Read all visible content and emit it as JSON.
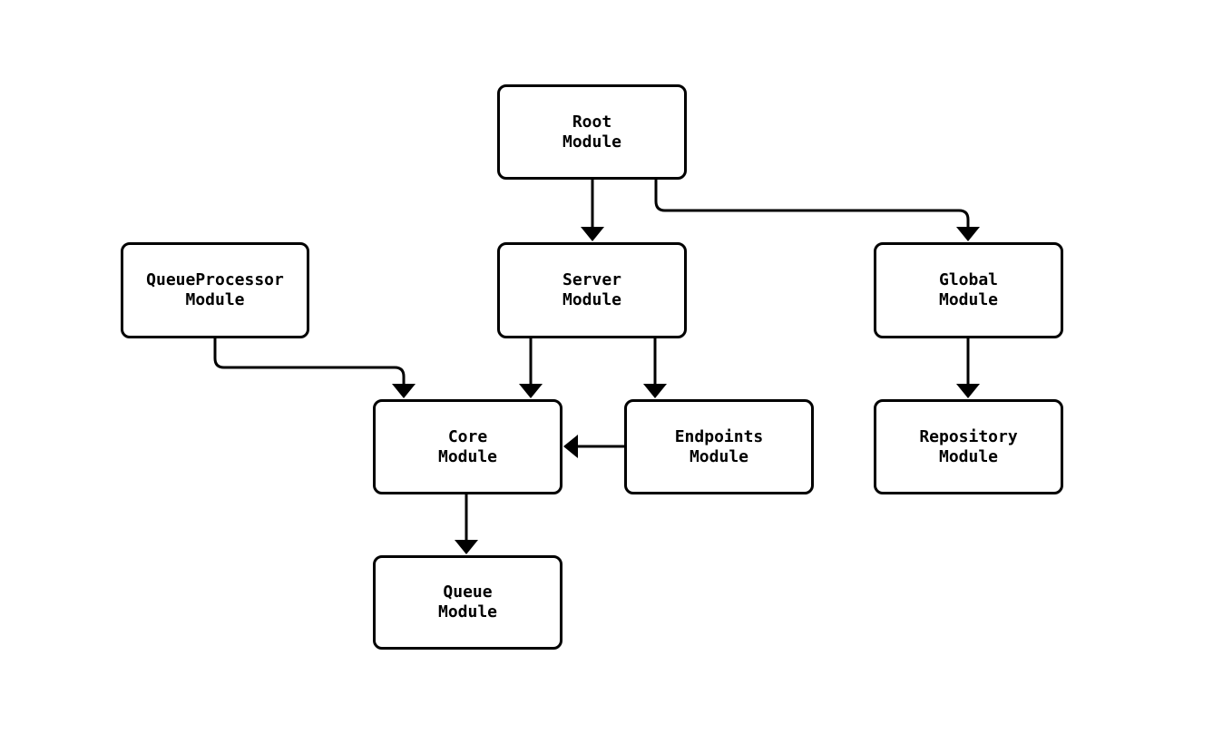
{
  "diagram": {
    "type": "flowchart",
    "background_color": "#ffffff",
    "node_fill_color": "#ffffff",
    "node_border_color": "#000000",
    "edge_color": "#000000",
    "text_color": "#000000",
    "nodes": {
      "root": {
        "label": "Root\nModule"
      },
      "queueprocessor": {
        "label": "QueueProcessor\nModule"
      },
      "server": {
        "label": "Server\nModule"
      },
      "global": {
        "label": "Global\nModule"
      },
      "core": {
        "label": "Core\nModule"
      },
      "endpoints": {
        "label": "Endpoints\nModule"
      },
      "repository": {
        "label": "Repository\nModule"
      },
      "queue": {
        "label": "Queue\nModule"
      }
    },
    "edges": [
      {
        "from": "Root Module",
        "to": "Server Module"
      },
      {
        "from": "Root Module",
        "to": "Global Module"
      },
      {
        "from": "QueueProcessor Module",
        "to": "Core Module"
      },
      {
        "from": "Server Module",
        "to": "Core Module"
      },
      {
        "from": "Server Module",
        "to": "Endpoints Module"
      },
      {
        "from": "Endpoints Module",
        "to": "Core Module"
      },
      {
        "from": "Global Module",
        "to": "Repository Module"
      },
      {
        "from": "Core Module",
        "to": "Queue Module"
      }
    ]
  }
}
